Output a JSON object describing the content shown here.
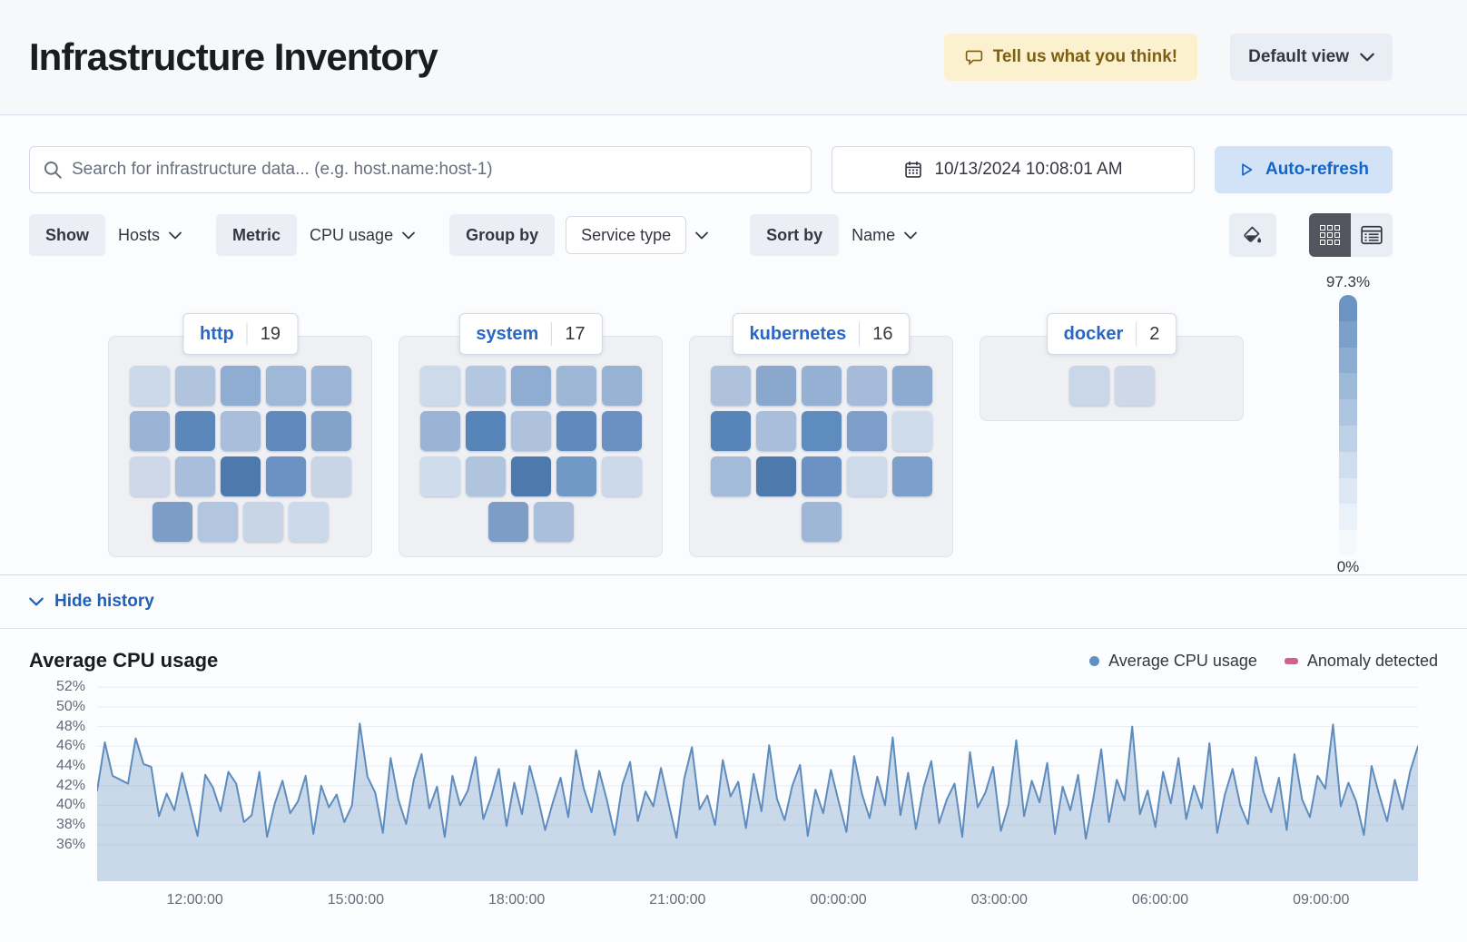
{
  "header": {
    "title": "Infrastructure Inventory",
    "feedback_label": "Tell us what you think!",
    "view_selector_label": "Default view"
  },
  "toolbar": {
    "search_placeholder": "Search for infrastructure data... (e.g. host.name:host-1)",
    "datetime": "10/13/2024 10:08:01 AM",
    "auto_refresh_label": "Auto-refresh"
  },
  "filters": {
    "show_label": "Show",
    "show_value": "Hosts",
    "metric_label": "Metric",
    "metric_value": "CPU usage",
    "group_by_label": "Group by",
    "group_by_value": "Service type",
    "sort_by_label": "Sort by",
    "sort_by_value": "Name"
  },
  "legend_scale": {
    "max_label": "97.3%",
    "min_label": "0%",
    "steps": [
      "#6b94c2",
      "#7ba0c9",
      "#8badd1",
      "#9cb9d8",
      "#adc5e0",
      "#bdd1e7",
      "#cedeef",
      "#dee8f5",
      "#ebf1f9",
      "#f5f9fc"
    ]
  },
  "groups": [
    {
      "name": "http",
      "count": "19",
      "rows": [
        [
          "#cbd9ea",
          "#b0c4de",
          "#8fadd2",
          "#a0b8d8",
          "#9cb5d6"
        ],
        [
          "#9bb4d5",
          "#5b87bb",
          "#a9bedb",
          "#6089bd",
          "#84a3cb"
        ],
        [
          "#cdd9e9",
          "#a9bedb",
          "#4d79ad",
          "#6b92c2",
          "#c7d5e7"
        ],
        [
          "#7d9dc7",
          "#b3c6df",
          "#c7d5e7",
          "#cbd9ea"
        ]
      ]
    },
    {
      "name": "system",
      "count": "17",
      "rows": [
        [
          "#ccdaea",
          "#b4c7e0",
          "#8fadd2",
          "#9fb7d7",
          "#98b2d4"
        ],
        [
          "#9bb4d5",
          "#5784b9",
          "#aec2dd",
          "#6089bd",
          "#6a91c1"
        ],
        [
          "#cfdcec",
          "#b0c4de",
          "#4d79ad",
          "#7099c6",
          "#cbd9ea"
        ],
        [
          "#7d9dc7",
          "#aabfdb"
        ]
      ]
    },
    {
      "name": "kubernetes",
      "count": "16",
      "rows": [
        [
          "#aec2dd",
          "#8aa8ce",
          "#94b0d3",
          "#a5bbd9",
          "#8dabd1"
        ],
        [
          "#5784b9",
          "#a9bedb",
          "#5f8cbf",
          "#7c9ec9",
          "#cfdcec"
        ],
        [
          "#a3bad8",
          "#4d79ad",
          "#6b92c2",
          "#ccdaea",
          "#7c9fca"
        ],
        [
          "#9fb7d7"
        ]
      ]
    },
    {
      "name": "docker",
      "count": "2",
      "rows": [
        [
          "#c9d7e8",
          "#cdd9e9"
        ]
      ]
    }
  ],
  "history": {
    "toggle_label": "Hide history",
    "legend": [
      {
        "label": "Average CPU usage",
        "color": "#6092c0",
        "shape": "dot"
      },
      {
        "label": "Anomaly detected",
        "color": "#d36086",
        "shape": "dash"
      }
    ]
  },
  "chart_data": {
    "type": "area",
    "title": "Average CPU usage",
    "series_name": "Average CPU usage",
    "unit": "%",
    "ylim": [
      32.3,
      52.2
    ],
    "y_ticks": [
      "52%",
      "50%",
      "48%",
      "46%",
      "44%",
      "42%",
      "40%",
      "38%",
      "36%"
    ],
    "x_ticks": [
      "12:00:00",
      "15:00:00",
      "18:00:00",
      "21:00:00",
      "00:00:00",
      "03:00:00",
      "06:00:00",
      "09:00:00"
    ],
    "grid": true,
    "legend_position": "top-right",
    "line_color": "#5e8cbe",
    "fill_color": "rgba(109,149,194,0.35)",
    "values": [
      41.5,
      46.4,
      43.0,
      42.6,
      42.2,
      46.8,
      44.2,
      43.9,
      38.9,
      41.2,
      39.5,
      43.3,
      40.1,
      36.9,
      43.1,
      41.8,
      39.4,
      43.4,
      42.2,
      38.3,
      39.0,
      43.4,
      36.8,
      40.2,
      42.5,
      39.2,
      40.4,
      43.0,
      37.1,
      42.0,
      39.8,
      41.1,
      38.3,
      40.0,
      48.3,
      42.9,
      41.3,
      37.2,
      44.8,
      40.6,
      38.1,
      42.6,
      45.2,
      39.7,
      41.9,
      36.8,
      43.0,
      40.0,
      41.5,
      44.9,
      38.6,
      40.8,
      43.7,
      37.9,
      42.3,
      39.1,
      44.0,
      41.0,
      37.5,
      40.3,
      42.8,
      38.8,
      45.6,
      41.7,
      39.3,
      43.5,
      40.5,
      37.0,
      42.1,
      44.4,
      38.4,
      41.4,
      39.9,
      43.8,
      40.2,
      36.7,
      42.7,
      45.9,
      39.6,
      41.0,
      38.0,
      44.6,
      40.9,
      42.4,
      37.7,
      43.2,
      39.4,
      46.1,
      40.7,
      38.5,
      42.0,
      44.1,
      36.9,
      41.6,
      39.2,
      43.6,
      40.4,
      37.3,
      45.0,
      41.2,
      38.7,
      42.9,
      40.0,
      46.9,
      39.0,
      43.3,
      37.6,
      41.8,
      44.5,
      38.2,
      40.6,
      42.2,
      36.8,
      45.4,
      39.8,
      41.3,
      43.9,
      37.4,
      40.1,
      46.6,
      38.9,
      42.5,
      40.3,
      44.3,
      37.1,
      41.9,
      39.5,
      43.1,
      36.6,
      40.8,
      45.7,
      38.3,
      42.6,
      40.5,
      48.0,
      39.1,
      41.5,
      37.8,
      43.4,
      40.2,
      44.8,
      38.6,
      42.0,
      39.7,
      46.3,
      37.2,
      41.1,
      43.7,
      40.0,
      38.1,
      44.9,
      41.4,
      39.3,
      42.8,
      37.5,
      45.2,
      40.6,
      38.8,
      43.0,
      41.7,
      48.2,
      39.9,
      42.3,
      40.4,
      37.0,
      44.0,
      41.0,
      38.4,
      42.6,
      39.6,
      43.5,
      46.0
    ]
  }
}
